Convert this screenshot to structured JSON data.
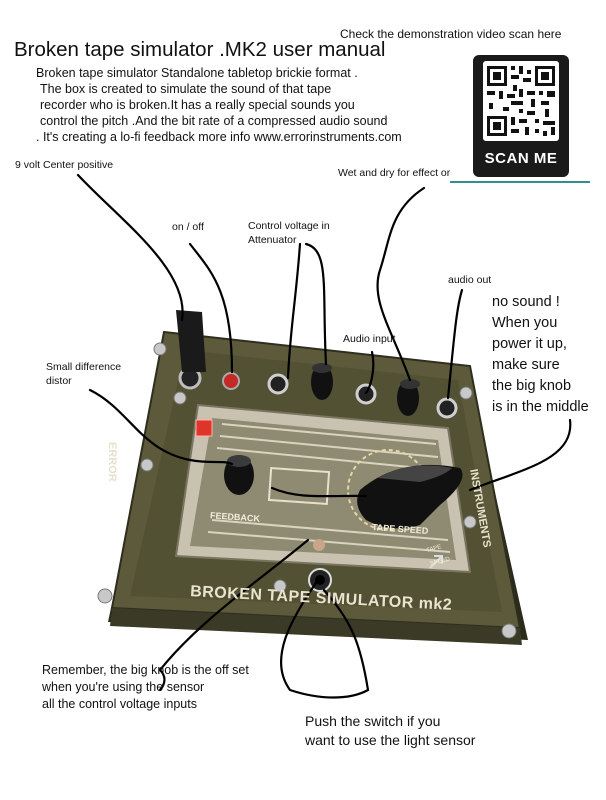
{
  "title": "Broken tape simulator .MK2 user manual",
  "demo_text": "Check the demonstration video scan here",
  "qr": {
    "button_label": "SCAN ME",
    "icon": "qr-code-icon"
  },
  "intro_lines": [
    "Broken tape simulator Standalone tabletop brickie format .",
    "The box is created to simulate the sound of that tape",
    "recorder who is broken.It has a really special sounds you",
    "control the pitch .And the bit rate of a compressed audio sound",
    ". It's creating a lo-fi feedback more info www.errorinstruments.com"
  ],
  "labels": {
    "power": "9 volt Center positive",
    "onoff": "on / off",
    "cv_line1": "Control voltage in",
    "cv_line2": "Attenuator",
    "wetdry": "Wet and dry for effect or",
    "audio_input": "Audio input",
    "audio_out": "audio out",
    "small_diff_line1": "Small difference",
    "small_diff_line2": "distor"
  },
  "no_sound_lines": [
    "no sound  !",
    "When you",
    "power it up,",
    "make sure",
    " the big knob",
    "  is in the middle"
  ],
  "remember_lines": [
    "Remember, the big knob is the off set",
    "when you're using the sensor",
    "all the control voltage inputs"
  ],
  "push_switch_lines": [
    "Push the switch if you",
    " want to use the  light sensor"
  ],
  "device_print": {
    "brand_left": "ERROR",
    "brand_right": "INSTRUMENTS",
    "feedback": "FEEDBACK",
    "tape_speed": "TAPE SPEED",
    "tape_speed_small": "TAPE SPEED",
    "name": "BROKEN TAPE SIMULATOR mk2"
  }
}
